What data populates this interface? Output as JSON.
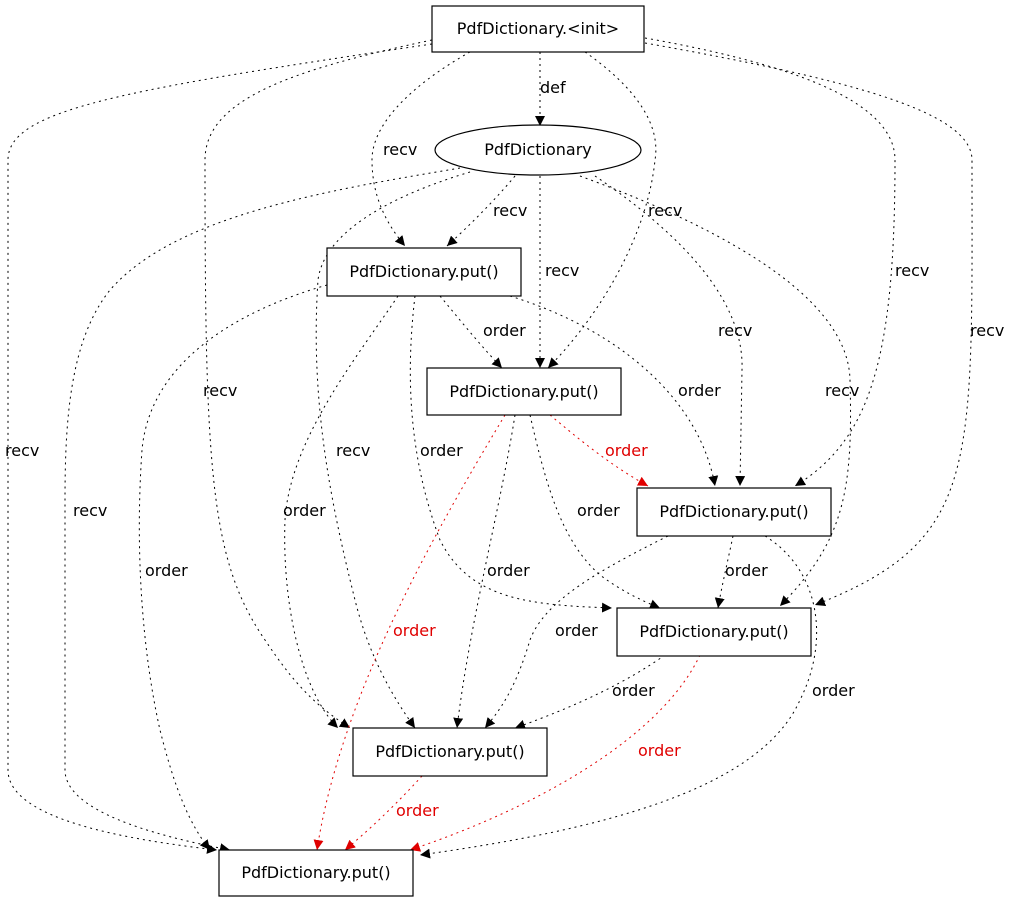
{
  "colors": {
    "default": "#000000",
    "highlight": "#e00000",
    "background": "#ffffff"
  },
  "nodes": {
    "init": "PdfDictionary.<init>",
    "obj": "PdfDictionary",
    "put1": "PdfDictionary.put()",
    "put2": "PdfDictionary.put()",
    "put3": "PdfDictionary.put()",
    "put4": "PdfDictionary.put()",
    "put5": "PdfDictionary.put()",
    "put6": "PdfDictionary.put()"
  },
  "edge_labels": {
    "def": "def",
    "recv": "recv",
    "order": "order"
  },
  "edges": [
    {
      "from": "init",
      "to": "obj",
      "label": "def",
      "highlight": false
    },
    {
      "from": "init",
      "to": "put1",
      "label": "recv",
      "highlight": false
    },
    {
      "from": "init",
      "to": "put2",
      "label": "recv",
      "highlight": false
    },
    {
      "from": "init",
      "to": "put3",
      "label": "recv",
      "highlight": false
    },
    {
      "from": "init",
      "to": "put4",
      "label": "recv",
      "highlight": false
    },
    {
      "from": "init",
      "to": "put5",
      "label": "recv",
      "highlight": false
    },
    {
      "from": "init",
      "to": "put6",
      "label": "recv",
      "highlight": false
    },
    {
      "from": "obj",
      "to": "put1",
      "label": "recv",
      "highlight": false
    },
    {
      "from": "obj",
      "to": "put2",
      "label": "recv",
      "highlight": false
    },
    {
      "from": "obj",
      "to": "put3",
      "label": "recv",
      "highlight": false
    },
    {
      "from": "obj",
      "to": "put4",
      "label": "recv",
      "highlight": false
    },
    {
      "from": "obj",
      "to": "put5",
      "label": "recv",
      "highlight": false
    },
    {
      "from": "obj",
      "to": "put6",
      "label": "recv",
      "highlight": false
    },
    {
      "from": "put1",
      "to": "put2",
      "label": "order",
      "highlight": false
    },
    {
      "from": "put1",
      "to": "put3",
      "label": "order",
      "highlight": false
    },
    {
      "from": "put1",
      "to": "put4",
      "label": "order",
      "highlight": false
    },
    {
      "from": "put1",
      "to": "put5",
      "label": "order",
      "highlight": false
    },
    {
      "from": "put1",
      "to": "put6",
      "label": "order",
      "highlight": false
    },
    {
      "from": "put2",
      "to": "put3",
      "label": "order",
      "highlight": true
    },
    {
      "from": "put2",
      "to": "put4",
      "label": "order",
      "highlight": false
    },
    {
      "from": "put2",
      "to": "put5",
      "label": "order",
      "highlight": false
    },
    {
      "from": "put2",
      "to": "put6",
      "label": "order",
      "highlight": true
    },
    {
      "from": "put3",
      "to": "put4",
      "label": "order",
      "highlight": false
    },
    {
      "from": "put3",
      "to": "put5",
      "label": "order",
      "highlight": false
    },
    {
      "from": "put3",
      "to": "put6",
      "label": "order",
      "highlight": false
    },
    {
      "from": "put4",
      "to": "put5",
      "label": "order",
      "highlight": false
    },
    {
      "from": "put4",
      "to": "put6",
      "label": "order",
      "highlight": true
    },
    {
      "from": "put5",
      "to": "put6",
      "label": "order",
      "highlight": true
    }
  ]
}
